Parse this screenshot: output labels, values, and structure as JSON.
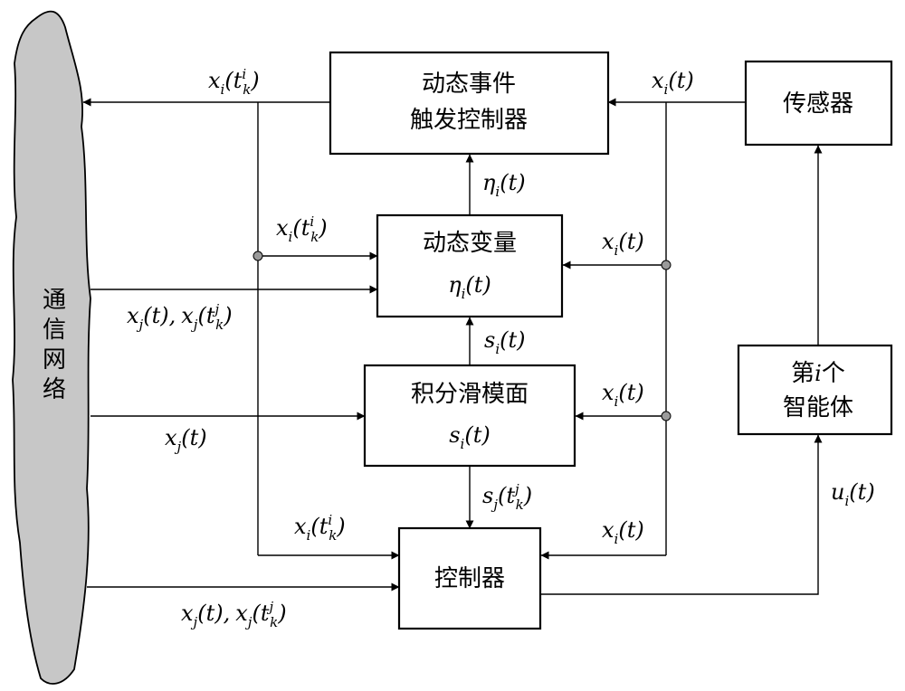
{
  "cloud": {
    "lines": [
      "通",
      "信",
      "网",
      "络"
    ]
  },
  "blocks": {
    "trigger": [
      "动态事件",
      "触发控制器"
    ],
    "sensor": "传感器",
    "dynvar_title": "动态变量",
    "ism_title": "积分滑模面",
    "controller": "控制器",
    "agent_line1_pre": "第",
    "agent_line1_var": "i",
    "agent_line1_post": "个",
    "agent_line2": "智能体"
  },
  "symbols": {
    "x": "x",
    "s": "s",
    "eta": "η",
    "u": "u",
    "t": "t",
    "i": "i",
    "j": "j",
    "k": "k",
    "lp": "(",
    "rp": ")",
    "comma": ","
  }
}
